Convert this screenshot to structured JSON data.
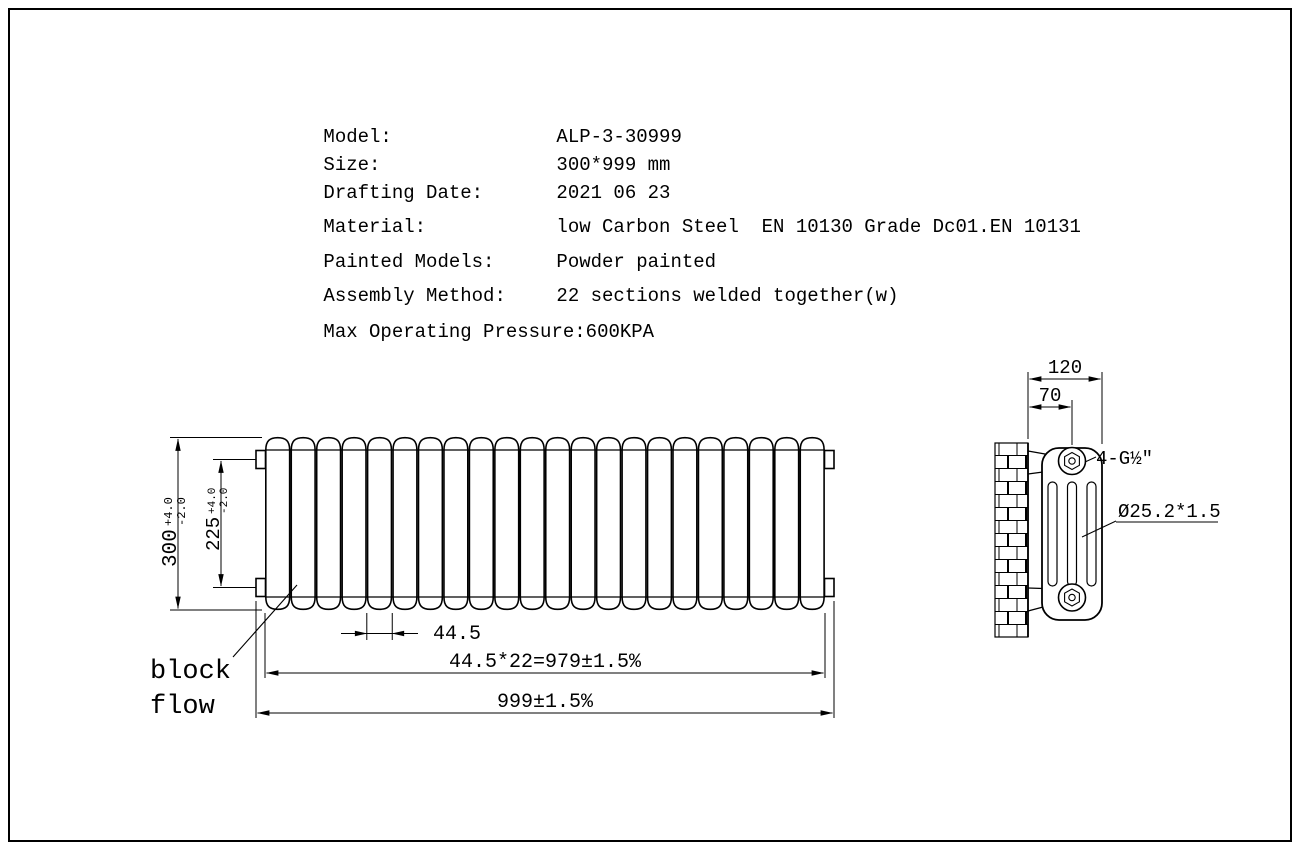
{
  "specs": [
    {
      "label": "Model:",
      "value": "ALP-3-30999"
    },
    {
      "label": "Size:",
      "value": "300*999 mm"
    },
    {
      "label": "Drafting Date:",
      "value": "2021 06 23"
    },
    {
      "label": "Material:",
      "value": "low Carbon Steel  EN 10130 Grade Dc01.EN 10131"
    },
    {
      "label": "Painted Models:",
      "value": "Powder painted"
    },
    {
      "label": "Assembly Method:",
      "value": "22 sections welded together(w)"
    },
    {
      "label": "Max Operating Pressure:",
      "value": "600KPA"
    }
  ],
  "front_view": {
    "dim_height": "300",
    "dim_height_tol_plus": "+4.0",
    "dim_height_tol_minus": "-2.0",
    "dim_pitch": "225",
    "dim_pitch_tol_plus": "+4.0",
    "dim_pitch_tol_minus": "-2.0",
    "dim_section_width": "44.5",
    "dim_sections_total": "44.5*22=979±1.5%",
    "dim_overall_width": "999±1.5%",
    "label_block": "block",
    "label_flow": "flow"
  },
  "side_view": {
    "dim_depth": "120",
    "dim_inlet_offset": "70",
    "label_thread": "4-G½″",
    "label_tube": "Ø25.2*1.5"
  }
}
